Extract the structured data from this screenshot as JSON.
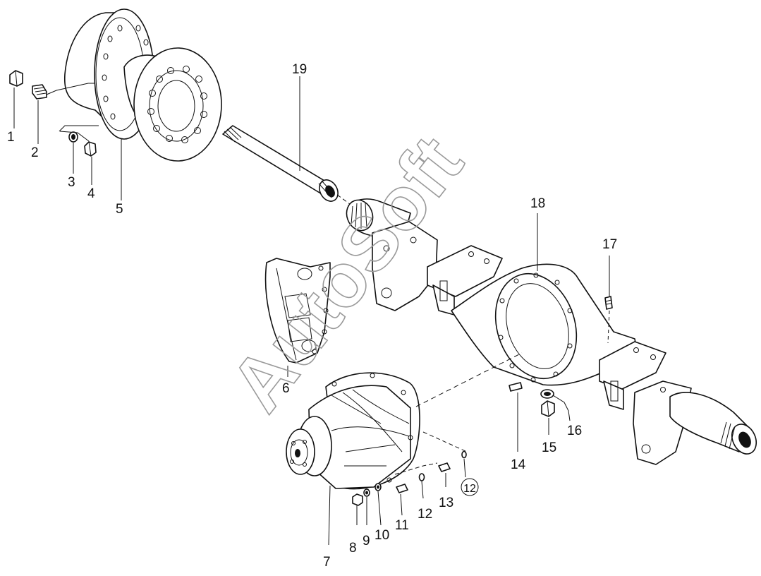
{
  "watermark": "AutoSoft",
  "callouts": [
    {
      "id": "c1",
      "label": "1"
    },
    {
      "id": "c2",
      "label": "2"
    },
    {
      "id": "c3",
      "label": "3"
    },
    {
      "id": "c4",
      "label": "4"
    },
    {
      "id": "c5",
      "label": "5"
    },
    {
      "id": "c6",
      "label": "6"
    },
    {
      "id": "c7",
      "label": "7"
    },
    {
      "id": "c8",
      "label": "8"
    },
    {
      "id": "c9",
      "label": "9"
    },
    {
      "id": "c10",
      "label": "10"
    },
    {
      "id": "c11",
      "label": "11"
    },
    {
      "id": "c12",
      "label": "12"
    },
    {
      "id": "c12b",
      "label": "12",
      "circled": true
    },
    {
      "id": "c13",
      "label": "13"
    },
    {
      "id": "c14",
      "label": "14"
    },
    {
      "id": "c15",
      "label": "15"
    },
    {
      "id": "c16",
      "label": "16"
    },
    {
      "id": "c17",
      "label": "17"
    },
    {
      "id": "c18",
      "label": "18"
    },
    {
      "id": "c19",
      "label": "19"
    }
  ]
}
